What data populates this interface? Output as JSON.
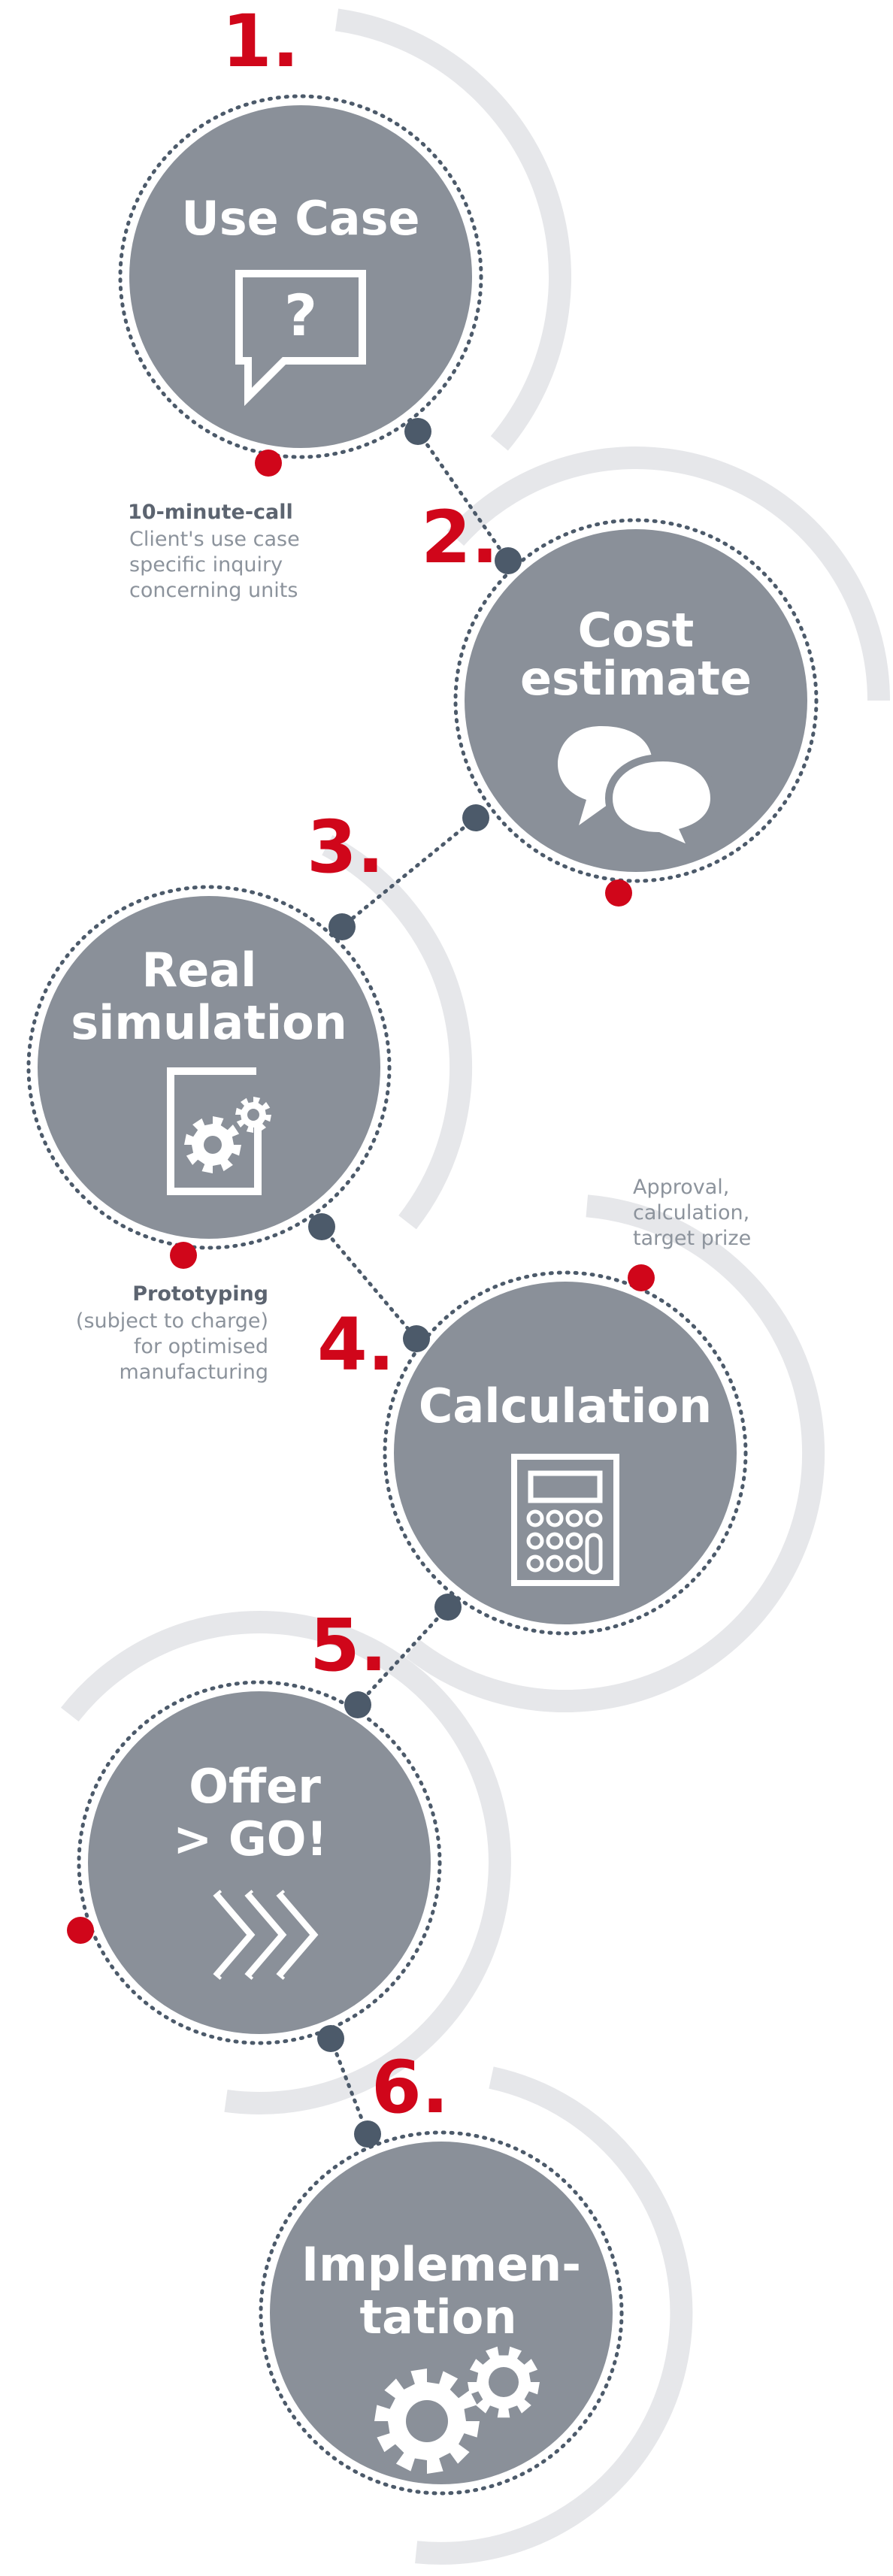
{
  "colors": {
    "circle": "#8a9099",
    "arc": "#e6e7ea",
    "dots": "#4c5a6a",
    "accent": "#d0061a",
    "icon": "#ffffff"
  },
  "steps": [
    {
      "number": "1.",
      "title": [
        "Use Case"
      ],
      "icon": "question-bubble-icon"
    },
    {
      "number": "2.",
      "title": [
        "Cost",
        "estimate"
      ],
      "icon": "chat-bubbles-icon"
    },
    {
      "number": "3.",
      "title": [
        "Real",
        "simulation"
      ],
      "icon": "document-gears-icon"
    },
    {
      "number": "4.",
      "title": [
        "Calculation"
      ],
      "icon": "calculator-icon"
    },
    {
      "number": "5.",
      "title": [
        "Offer",
        "> GO!"
      ],
      "icon": "chevrons-right-icon"
    },
    {
      "number": "6.",
      "title": [
        "Implemen-",
        "tation"
      ],
      "icon": "gears-icon"
    }
  ],
  "notes": [
    {
      "heading": "10-minute-call",
      "lines": [
        "Client's use case",
        "specific inquiry",
        "concerning units"
      ]
    },
    {
      "heading": "",
      "lines": [
        "Approval,",
        "calculation,",
        "target prize"
      ]
    },
    {
      "heading": "Prototyping",
      "lines": [
        "(subject to charge)",
        "for optimised",
        "manufacturing"
      ]
    }
  ]
}
